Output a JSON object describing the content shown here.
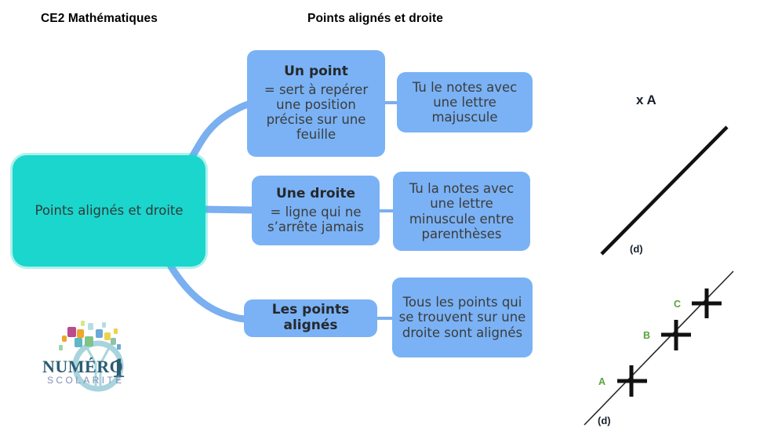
{
  "header": {
    "subject": "CE2 Mathématiques",
    "lesson": "Points alignés et droite"
  },
  "mindmap": {
    "central": {
      "label": "Points alignés et droite",
      "color": "#1ad6cc"
    },
    "branch_color": "#7ab2f5",
    "connector_color": "#7aaff0",
    "branches": [
      {
        "id": "point",
        "heading": "Un point",
        "body": "= sert à repérer une position précise sur une feuille",
        "detail": "Tu le notes avec une lettre majuscule"
      },
      {
        "id": "droite",
        "heading": "Une droite",
        "body": "= ligne qui ne s’arrête jamais",
        "detail": "Tu la notes avec une lettre minuscule entre parenthèses"
      },
      {
        "id": "alignes",
        "heading": "Les points alignés",
        "body": "",
        "detail": "Tous les points qui se trouvent sur une droite sont alignés"
      }
    ]
  },
  "logo": {
    "word_main": "NUMÉRO",
    "word_number": "1",
    "word_sub": "SCOLARITÉ",
    "color_main": "#2b5c73",
    "color_sub": "#7c90b4",
    "color_circle": "#a9d4dd"
  },
  "illustrations": [
    {
      "id": "point-on-line",
      "point_label": "x A",
      "line_label": "(d)"
    },
    {
      "id": "aligned-points",
      "line_label": "(d)",
      "points": [
        "A",
        "B",
        "C"
      ],
      "point_color": "#5aa33c"
    }
  ]
}
